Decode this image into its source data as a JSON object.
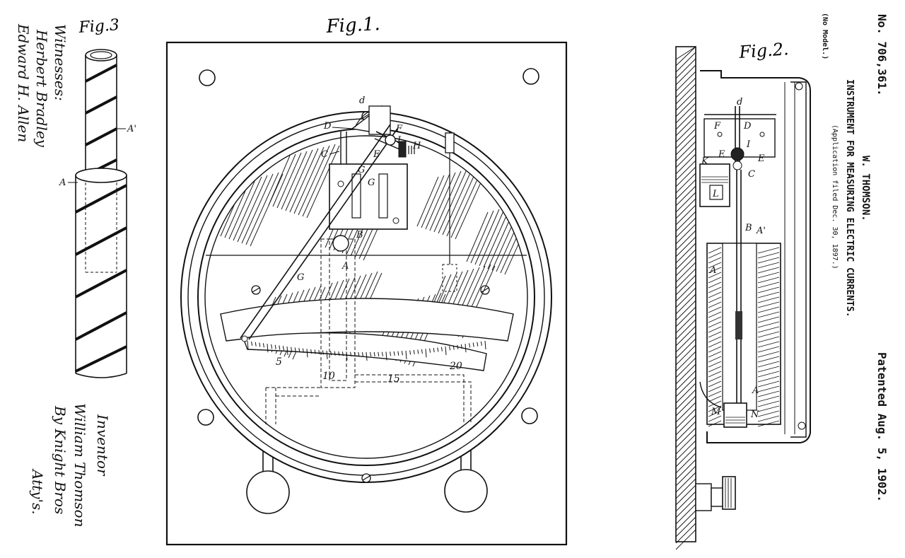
{
  "figures": {
    "fig1": "Fig.1.",
    "fig2": "Fig.2.",
    "fig3": "Fig.3"
  },
  "header": {
    "patent_no": "No. 706,361.",
    "patented": "Patented Aug. 5, 1902.",
    "inventor": "W. THOMSON.",
    "title": "INSTRUMENT FOR MEASURING ELECTRIC CURRENTS.",
    "application": "(Application filed Dec. 30, 1897.)",
    "model": "(No Model.)"
  },
  "signatures": {
    "witnesses_heading": "Witnesses:",
    "witness_1": "Herbert Bradley",
    "witness_2": "Edward H. Allen",
    "inventor_heading": "Inventor",
    "inventor_name": "William Thomson",
    "by_attorney": "By Knight Bros",
    "attorney_suffix": "Atty's."
  },
  "scale": {
    "ticks": [
      "5",
      "10",
      "15",
      "20"
    ]
  },
  "reference_letters": {
    "fig1": {
      "d": "d",
      "D": "D",
      "F": "F",
      "I": "I",
      "H": "H",
      "C": "C",
      "E": "E",
      "G_top": "G",
      "G_mid": "G",
      "G_low": "G",
      "B": "B",
      "A": "A"
    },
    "fig2": {
      "d": "d",
      "F": "F",
      "D": "D",
      "I": "I",
      "E1": "E",
      "E2": "E",
      "K": "K",
      "L": "L",
      "C": "C",
      "B": "B",
      "A1": "A'",
      "A": "A",
      "A_low": "A",
      "M": "M",
      "N": "N"
    },
    "fig3": {
      "A1": "A'",
      "A": "A"
    }
  }
}
